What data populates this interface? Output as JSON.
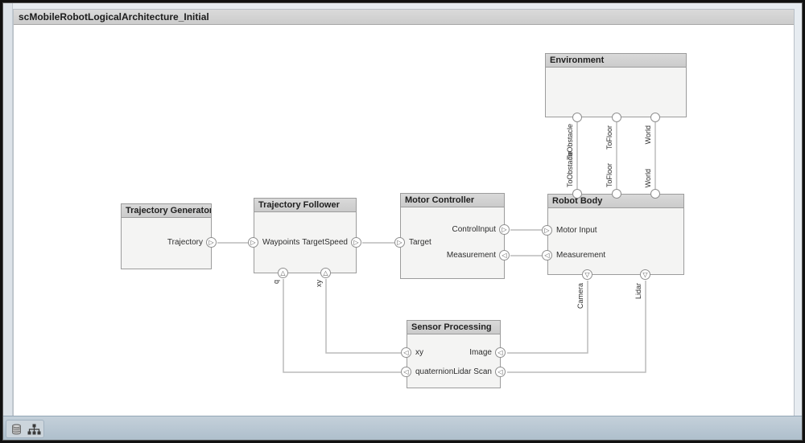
{
  "window": {
    "title": "scMobileRobotLogicalArchitecture_Initial"
  },
  "blocks": {
    "environment": {
      "title": "Environment"
    },
    "robot_body": {
      "title": "Robot Body",
      "ports": {
        "motor_input": {
          "label": "Motor Input",
          "glyph": "▷"
        },
        "measurement": {
          "label": "Measurement",
          "glyph": "◁"
        },
        "camera": {
          "label": "Camera",
          "glyph": "▽"
        },
        "lidar": {
          "label": "Lidar",
          "glyph": "▽"
        }
      }
    },
    "motor_controller": {
      "title": "Motor Controller",
      "ports": {
        "target": {
          "label": "Target",
          "glyph": "▷"
        },
        "control_input": {
          "label": "ControlInput",
          "glyph": "▷"
        },
        "measurement": {
          "label": "Measurement",
          "glyph": "◁"
        }
      }
    },
    "trajectory_follower": {
      "title": "Trajectory Follower",
      "ports": {
        "waypoints": {
          "label": "Waypoints",
          "glyph": "▷"
        },
        "target_speed": {
          "label": "TargetSpeed",
          "glyph": "▷"
        },
        "q": {
          "label": "q",
          "glyph": "△"
        },
        "xy": {
          "label": "xy",
          "glyph": "△"
        }
      }
    },
    "trajectory_generator": {
      "title": "Trajectory Generator",
      "ports": {
        "trajectory": {
          "label": "Trajectory",
          "glyph": "▷"
        }
      }
    },
    "sensor_processing": {
      "title": "Sensor Processing",
      "ports": {
        "xy": {
          "label": "xy",
          "glyph": "◁"
        },
        "quaternion": {
          "label": "quaternion",
          "glyph": "◁"
        },
        "image": {
          "label": "Image",
          "glyph": "◁"
        },
        "lidar_scan": {
          "label": "Lidar Scan",
          "glyph": "◁"
        }
      }
    }
  },
  "link_labels": {
    "to_obstacle_top": "ToObstacle",
    "to_obstacle_bottom": "ToObstacle",
    "to_floor_top": "ToFloor",
    "to_floor_bottom": "ToFloor",
    "world_top": "World",
    "world_bottom": "World"
  },
  "colors": {
    "wire": "#bcbcbc",
    "block_header": "#d2d2d2",
    "block_body": "#f4f4f3",
    "statusbar": "#b8c6d3"
  }
}
